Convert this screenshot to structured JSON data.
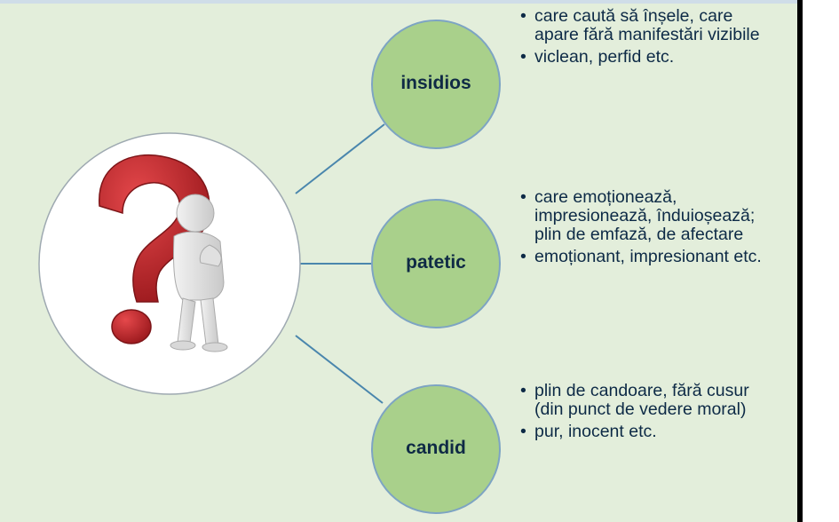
{
  "terms": [
    {
      "term": "insidios",
      "definitions": [
        "care caută să înșele, care apare fără manifestări vizibile",
        "viclean, perfid etc."
      ]
    },
    {
      "term": "patetic",
      "definitions": [
        "care emoționează, impresionează, înduioșează; plin de emfază, de afectare",
        "emoționant, impresionant etc."
      ]
    },
    {
      "term": "candid",
      "definitions": [
        "plin de candoare, fără cusur (din punct de vedere moral)",
        "pur, inocent etc."
      ]
    }
  ],
  "bullet_glyph": "•",
  "colors": {
    "background": "#e3eedb",
    "circle_fill": "#a9d08b",
    "connector": "#4a86ad",
    "text": "#0d2a46",
    "question_mark": "#c9262b"
  },
  "image_description_icon": "question-mark-thinking-figure-icon"
}
